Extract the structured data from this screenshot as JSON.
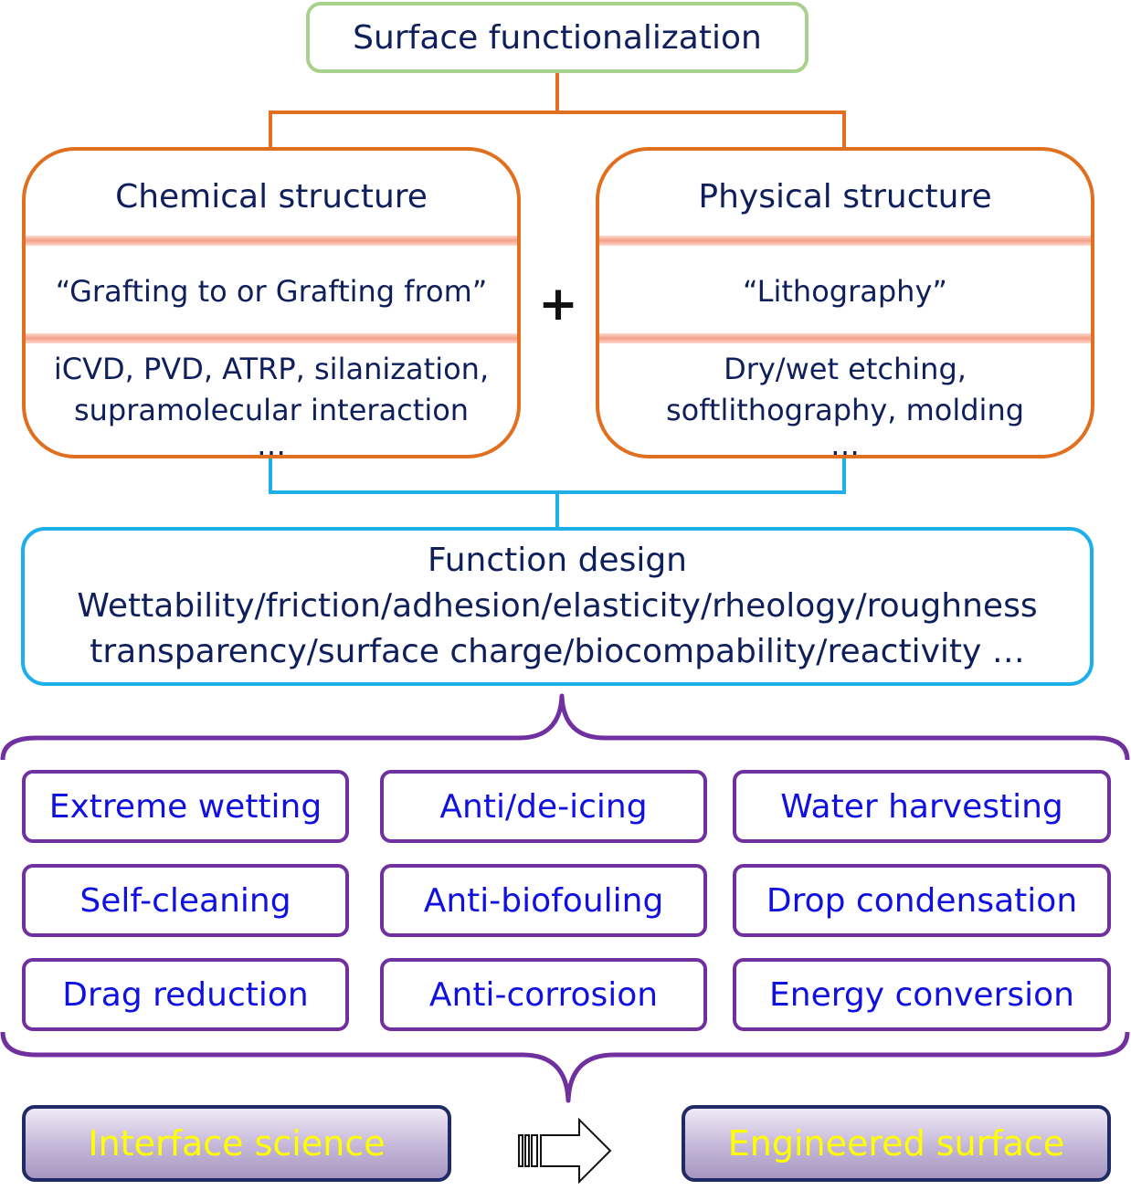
{
  "colors": {
    "top_border": "#a9d18e",
    "structure_border": "#e07020",
    "function_border": "#1eaee8",
    "application_border": "#7030a0",
    "application_text": "#1010e0",
    "outcome_text": "#ffff00",
    "main_text": "#0f1f5c"
  },
  "top": {
    "title": "Surface functionalization"
  },
  "chemical": {
    "title": "Chemical structure",
    "subtitle": "“Grafting to or Grafting from”",
    "methods_line1": "iCVD, PVD, ATRP, silanization,",
    "methods_line2": "supramolecular interaction",
    "ellipsis": "…"
  },
  "plus": "+",
  "physical": {
    "title": "Physical structure",
    "subtitle": "“Lithography”",
    "methods_line1": "Dry/wet etching,",
    "methods_line2": "softlithography, molding",
    "ellipsis": "…"
  },
  "function_design": {
    "title": "Function design",
    "line1": "Wettability/friction/adhesion/elasticity/rheology/roughness",
    "line2": "transparency/surface charge/biocompability/reactivity …"
  },
  "applications": [
    "Extreme wetting",
    "Anti/de-icing",
    "Water harvesting",
    "Self-cleaning",
    "Anti-biofouling",
    "Drop condensation",
    "Drag reduction",
    "Anti-corrosion",
    "Energy conversion"
  ],
  "outcomes": {
    "left": "Interface science",
    "right": "Engineered surface"
  }
}
